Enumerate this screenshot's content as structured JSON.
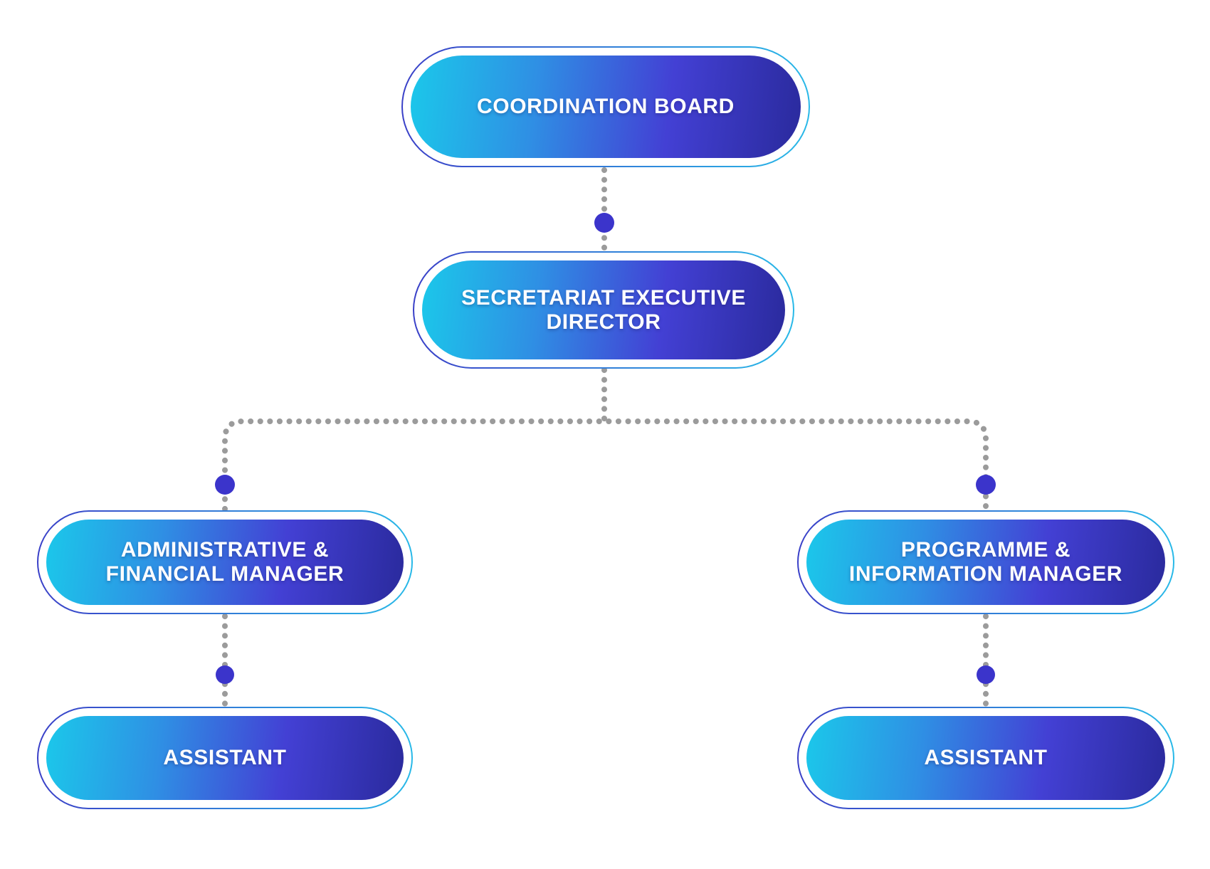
{
  "diagram": {
    "type": "org-chart",
    "title": "",
    "nodes": {
      "coordination_board": {
        "id": "coordination-board",
        "lines": [
          "COORDINATION BOARD"
        ],
        "label": "COORDINATION BOARD"
      },
      "secretariat_executive_director": {
        "id": "secretariat-executive-director",
        "lines": [
          "SECRETARIAT EXECUTIVE",
          "DIRECTOR"
        ],
        "label": "SECRETARIAT EXECUTIVE DIRECTOR"
      },
      "administrative_financial_manager": {
        "id": "administrative-financial-manager",
        "lines": [
          "ADMINISTRATIVE &",
          "FINANCIAL MANAGER"
        ],
        "label": "ADMINISTRATIVE & FINANCIAL MANAGER"
      },
      "programme_information_manager": {
        "id": "programme-information-manager",
        "lines": [
          "PROGRAMME &",
          "INFORMATION MANAGER"
        ],
        "label": "PROGRAMME & INFORMATION MANAGER"
      },
      "assistant_admin": {
        "id": "assistant-left",
        "lines": [
          "ASSISTANT"
        ],
        "label": "ASSISTANT"
      },
      "assistant_programme": {
        "id": "assistant-right",
        "lines": [
          "ASSISTANT"
        ],
        "label": "ASSISTANT"
      }
    },
    "hierarchy": [
      {
        "from": "coordination-board",
        "to": "secretariat-executive-director"
      },
      {
        "from": "secretariat-executive-director",
        "to": "administrative-financial-manager"
      },
      {
        "from": "secretariat-executive-director",
        "to": "programme-information-manager"
      },
      {
        "from": "administrative-financial-manager",
        "to": "assistant-left"
      },
      {
        "from": "programme-information-manager",
        "to": "assistant-right"
      }
    ],
    "colors": {
      "pill_gradient_start": "#1BC8EA",
      "pill_gradient_mid1": "#2F8FE4",
      "pill_gradient_mid2": "#4340D4",
      "pill_gradient_end": "#2A2A9D",
      "outline_gradient_start": "#3A40C8",
      "outline_gradient_end": "#28B9E8",
      "connector_dotted": "#9B9B9B",
      "connector_node": "#3B34CB",
      "text": "#FFFFFF",
      "background": "#FFFFFF"
    }
  }
}
